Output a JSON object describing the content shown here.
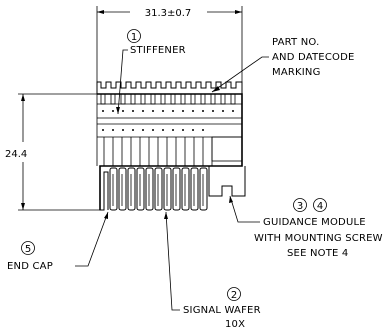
{
  "dimensions": {
    "width_label": "31.3±0.7",
    "height_label": "24.4"
  },
  "callouts": {
    "stiffener": {
      "number": "1",
      "label": "STIFFENER"
    },
    "part_no": {
      "line1": "PART NO.",
      "line2": "AND DATECODE",
      "line3": "MARKING"
    },
    "signal_wafer": {
      "number": "2",
      "line1": "SIGNAL WAFER",
      "line2": "10X"
    },
    "guidance": {
      "number_a": "3",
      "number_b": "4",
      "line1": "GUIDANCE MODULE",
      "line2": "WITH MOUNTING SCREW",
      "line3": "SEE NOTE 4"
    },
    "end_cap": {
      "number": "5",
      "label": "END CAP"
    }
  }
}
